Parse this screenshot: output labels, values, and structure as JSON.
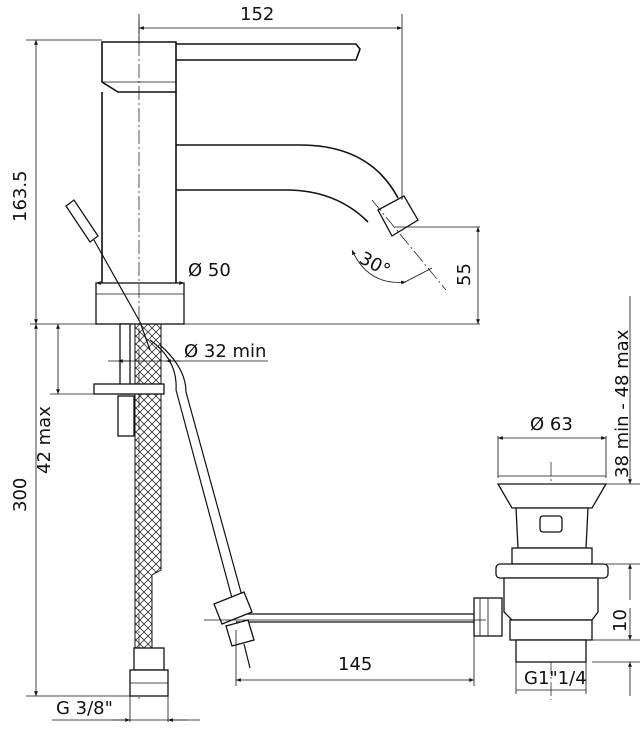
{
  "dimensions": {
    "width_152": "152",
    "height_163_5": "163.5",
    "dia_50": "Ø 50",
    "dia_32_min": "Ø 32  min",
    "angle_30": "30°",
    "height_55": "55",
    "max_42": "42  max",
    "length_300": "300",
    "thread_g38": "G 3/8\"",
    "dia_63": "Ø 63",
    "range_38_48": "38  min  -  48  max",
    "length_145": "145",
    "length_10": "10",
    "thread_g114": "G1\"1/4"
  }
}
